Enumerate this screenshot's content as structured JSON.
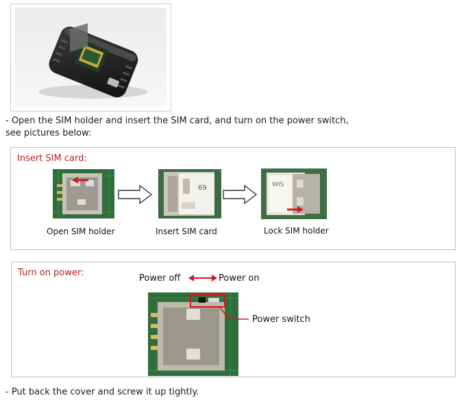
{
  "intro": {
    "step_text_line1": " - Open the SIM holder and insert the SIM card, and turn on the power switch,",
    "step_text_line2": "see pictures below:"
  },
  "insert_section": {
    "title": "Insert SIM card:",
    "captions": [
      "Open SIM holder",
      "Insert SIM card",
      "Lock SIM holder"
    ]
  },
  "power_section": {
    "title": "Turn on power:",
    "power_off_label": "Power off",
    "power_on_label": "Power on",
    "switch_label": "Power switch"
  },
  "outro": {
    "text": " - Put back the cover and screw it up tightly."
  },
  "colors": {
    "title_red": "#b02020",
    "arrow_red": "#d01818",
    "pcb_green": "#2f6e3a"
  }
}
